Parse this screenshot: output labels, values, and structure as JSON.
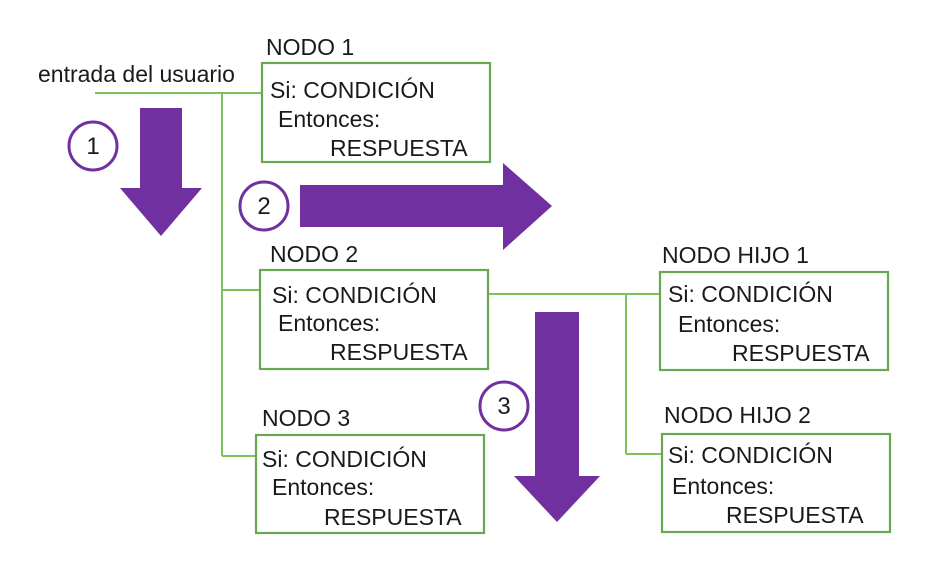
{
  "input_label": "entrada del usuario",
  "colors": {
    "connector": "#7cc15a",
    "box_border": "#6aa84f",
    "arrow": "#7030a0",
    "text": "#1a1a1a"
  },
  "nodes": [
    {
      "title": "NODO 1",
      "condition": "Si: CONDICIÓN",
      "then": "Entonces:",
      "response": "RESPUESTA"
    },
    {
      "title": "NODO 2",
      "condition": "Si: CONDICIÓN",
      "then": "Entonces:",
      "response": "RESPUESTA"
    },
    {
      "title": "NODO 3",
      "condition": "Si: CONDICIÓN",
      "then": "Entonces:",
      "response": "RESPUESTA"
    },
    {
      "title": "NODO HIJO 1",
      "condition": "Si: CONDICIÓN",
      "then": "Entonces:",
      "response": "RESPUESTA"
    },
    {
      "title": "NODO HIJO 2",
      "condition": "Si: CONDICIÓN",
      "then": "Entonces:",
      "response": "RESPUESTA"
    }
  ],
  "steps": [
    "1",
    "2",
    "3"
  ]
}
